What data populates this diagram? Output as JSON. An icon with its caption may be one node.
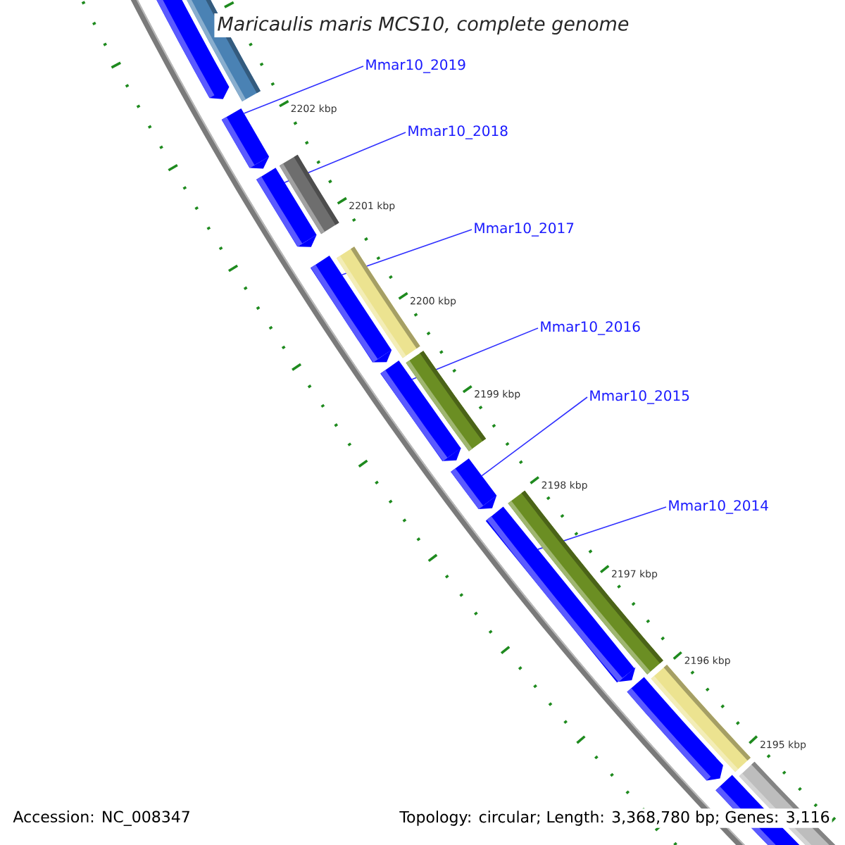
{
  "diagram": {
    "title": "Maricaulis maris MCS10, complete genome",
    "nodes": [
      {
        "text": [
          "Mmar10_2019"
        ]
      },
      {
        "text": [
          "Mmar10_2018"
        ]
      },
      {
        "text": [
          "Mmar10_2017"
        ]
      },
      {
        "text": [
          "Mmar10_2016"
        ]
      },
      {
        "text": [
          "Mmar10_2015"
        ]
      },
      {
        "text": [
          "Mmar10_2014"
        ]
      },
      {
        "text": [],
        "shape": "bar"
      },
      {
        "text": [],
        "shape": "bar"
      },
      {
        "text": [],
        "shape": "bar"
      },
      {
        "text": [],
        "shape": "bar"
      },
      {
        "text": [],
        "shape": "bar"
      },
      {
        "text": [],
        "shape": "bar"
      }
    ],
    "edges": [
      {
        "from": 0,
        "to": 6,
        "arrow": "none"
      },
      {
        "from": 1,
        "to": 7,
        "arrow": "none"
      },
      {
        "from": 2,
        "to": 8,
        "arrow": "none"
      },
      {
        "from": 3,
        "to": 9,
        "arrow": "none"
      },
      {
        "from": 4,
        "to": 10,
        "arrow": "none"
      },
      {
        "from": 5,
        "to": 11,
        "arrow": "none"
      }
    ],
    "labels": [
      "2202 kbp",
      "2201 kbp",
      "2200 kbp",
      "2199 kbp",
      "2198 kbp",
      "2197 kbp",
      "2196 kbp",
      "2195 kbp",
      "Accession: NC_008347",
      "Topology: circular; Length: 3,368,780 bp; Genes: 3,116"
    ]
  }
}
